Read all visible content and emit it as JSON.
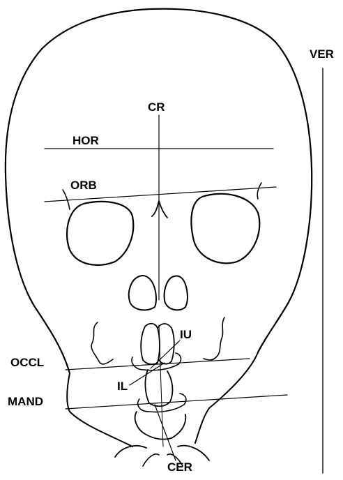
{
  "labels": {
    "ver": "VER",
    "cr": "CR",
    "hor": "HOR",
    "orb": "ORB",
    "iu": "IU",
    "occl": "OCCL",
    "il": "IL",
    "mand": "MAND",
    "cer": "CER"
  },
  "colors": {
    "stroke": "#000000",
    "background": "#ffffff"
  }
}
